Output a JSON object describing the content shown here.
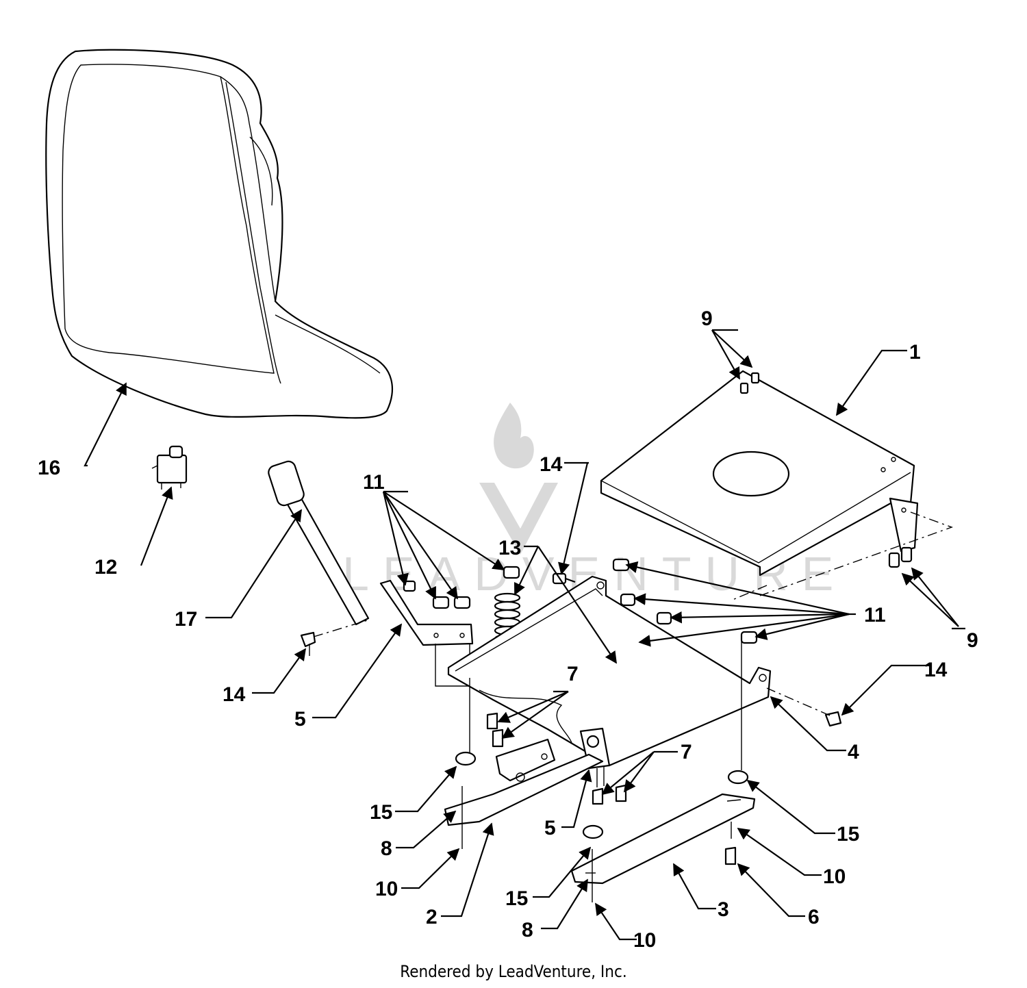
{
  "callouts": {
    "c1": "1",
    "c2": "2",
    "c3": "3",
    "c4": "4",
    "c5a": "5",
    "c5b": "5",
    "c6": "6",
    "c7a": "7",
    "c7b": "7",
    "c8a": "8",
    "c8b": "8",
    "c9a": "9",
    "c9b": "9",
    "c10a": "10",
    "c10b": "10",
    "c10c": "10",
    "c11a": "11",
    "c11b": "11",
    "c12": "12",
    "c13": "13",
    "c14a": "14",
    "c14b": "14",
    "c14c": "14",
    "c15a": "15",
    "c15b": "15",
    "c15c": "15",
    "c16": "16",
    "c17": "17"
  },
  "watermark": "LEADVENTURE",
  "footer": "Rendered by LeadVenture, Inc."
}
